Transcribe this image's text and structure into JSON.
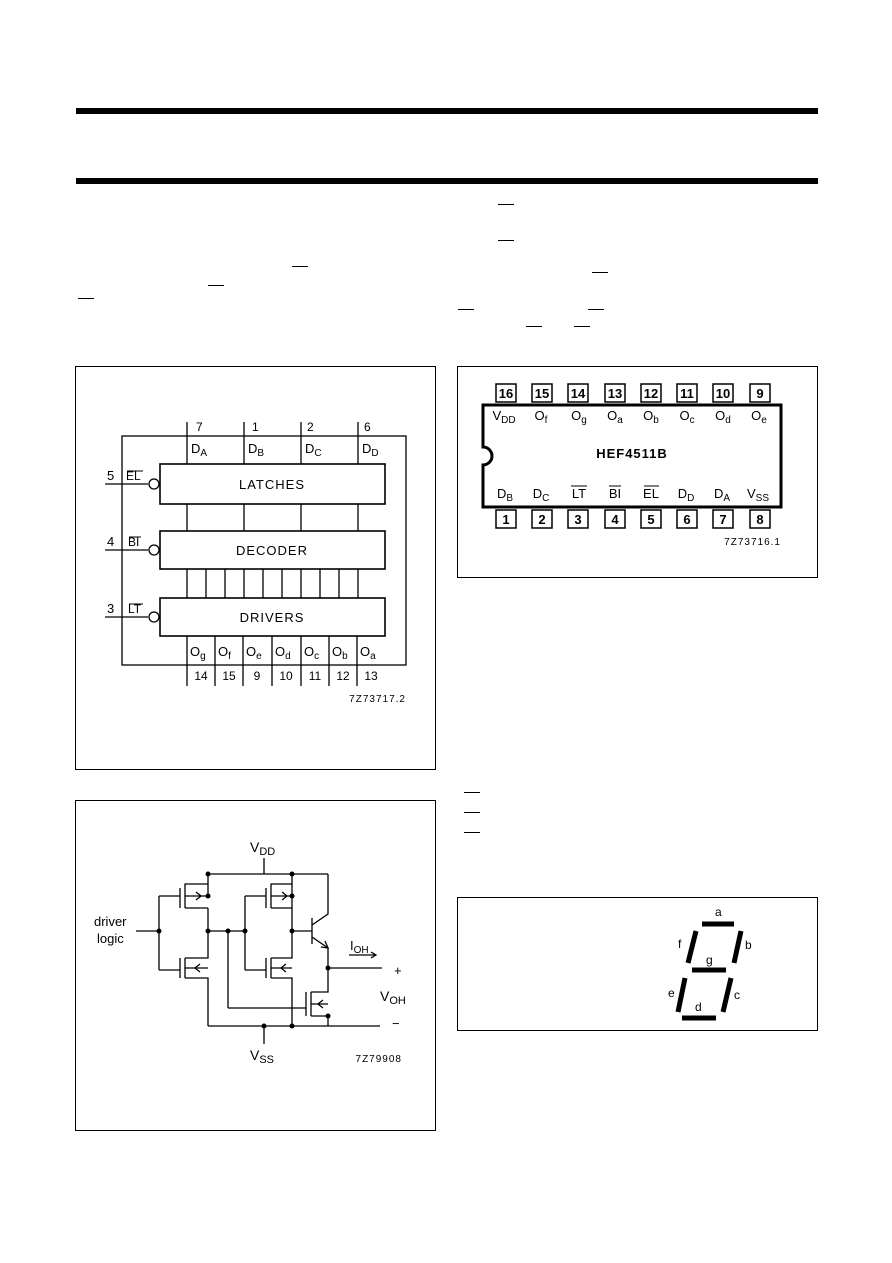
{
  "block_diagram": {
    "top_pins": [
      "7",
      "1",
      "2",
      "6"
    ],
    "inputs": [
      "D",
      "D",
      "D",
      "D"
    ],
    "input_subs": [
      "A",
      "B",
      "C",
      "D"
    ],
    "latches": "LATCHES",
    "decoder": "DECODER",
    "drivers": "DRIVERS",
    "el_pin": "5",
    "el_label": "EL",
    "bi_pin": "4",
    "bi_label": "BI",
    "lt_pin": "3",
    "lt_label": "LT",
    "outputs": [
      "O",
      "O",
      "O",
      "O",
      "O",
      "O",
      "O"
    ],
    "output_subs": [
      "g",
      "f",
      "e",
      "d",
      "c",
      "b",
      "a"
    ],
    "bottom_pins": [
      "14",
      "15",
      "9",
      "10",
      "11",
      "12",
      "13"
    ],
    "code": "7Z73717.2"
  },
  "pinning": {
    "top_pins": [
      "16",
      "15",
      "14",
      "13",
      "12",
      "11",
      "10",
      "9"
    ],
    "top_labels": [
      "V",
      "O",
      "O",
      "O",
      "O",
      "O",
      "O",
      "O"
    ],
    "top_subs": [
      "DD",
      "f",
      "g",
      "a",
      "b",
      "c",
      "d",
      "e"
    ],
    "chip_name": "HEF4511B",
    "bottom_labels": [
      "D",
      "D",
      "LT",
      "BI",
      "EL",
      "D",
      "D",
      "V"
    ],
    "bottom_subs": [
      "B",
      "C",
      "",
      "",
      "",
      "D",
      "A",
      "SS"
    ],
    "bottom_pins": [
      "1",
      "2",
      "3",
      "4",
      "5",
      "6",
      "7",
      "8"
    ],
    "code": "7Z73716.1"
  },
  "output_stage": {
    "vdd": "V",
    "vdd_sub": "DD",
    "driver_logic": [
      "driver",
      "logic"
    ],
    "ioh": "I",
    "ioh_sub": "OH",
    "plus": "+",
    "voh": "V",
    "voh_sub": "OH",
    "minus": "−",
    "vss": "V",
    "vss_sub": "SS",
    "code": "7Z79908"
  },
  "segments": [
    "a",
    "b",
    "c",
    "d",
    "e",
    "f",
    "g"
  ]
}
